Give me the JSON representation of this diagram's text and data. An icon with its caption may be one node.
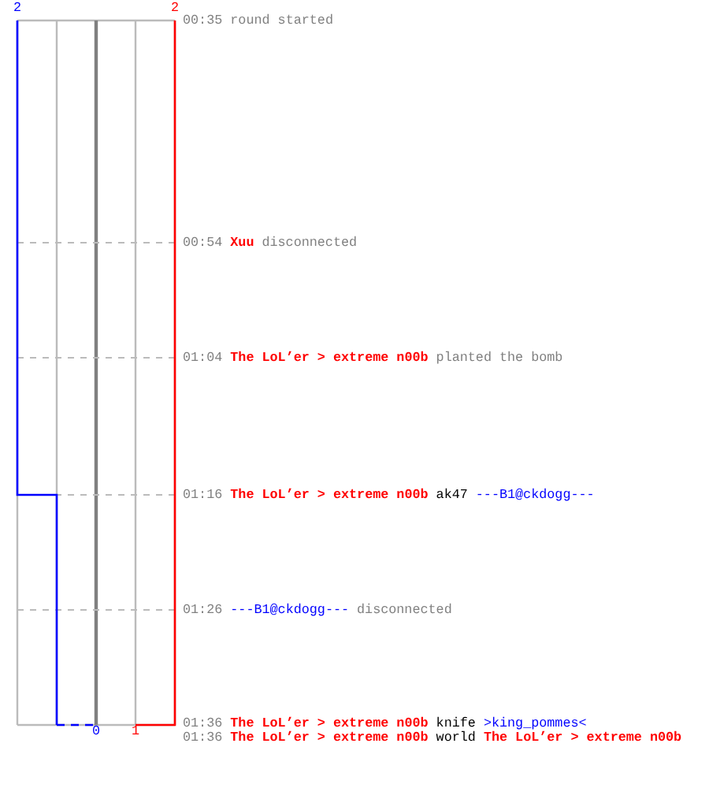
{
  "diagram": {
    "labels": [
      "2",
      "2",
      "00:35",
      "round started",
      "00:54",
      "Xuu",
      "disconnected",
      "01:04",
      "The LoL’er > extreme n00b",
      "planted the bomb",
      "01:16",
      "The LoL’er > extreme n00b",
      "ak47",
      "---B1@ckdogg---",
      "01:26",
      "---B1@ckdogg---",
      "disconnected",
      "0",
      "1",
      "01:36",
      "The LoL’er > extreme n00b",
      "knife",
      ">king_pommes<",
      "01:36",
      "The LoL’er > extreme n00b",
      "world",
      "The LoL’er > extreme n00b"
    ]
  }
}
